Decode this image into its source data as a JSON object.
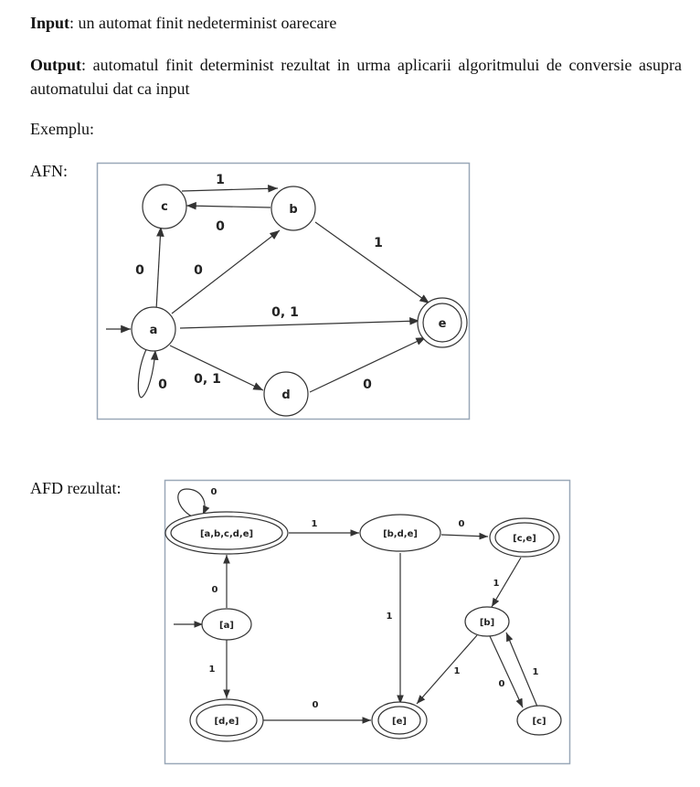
{
  "input": {
    "label": "Input",
    "text": ": un automat finit nedeterminist oarecare"
  },
  "output": {
    "label": "Output",
    "text": ": automatul finit determinist rezultat in urma aplicarii algoritmului de conversie asupra automatului dat ca input"
  },
  "example_label": "Exemplu:",
  "afn": {
    "title": "AFN:",
    "states": {
      "a": "a",
      "b": "b",
      "c": "c",
      "d": "d",
      "e": "e"
    },
    "edges": {
      "c_b": "1",
      "b_c": "0",
      "a_c": "0",
      "a_b": "0",
      "b_e": "1",
      "a_e": "0, 1",
      "a_d": "0, 1",
      "a_loop": "0",
      "d_e": "0"
    }
  },
  "afd": {
    "title": "AFD rezultat:",
    "states": {
      "abcde": "[a,b,c,d,e]",
      "bde": "[b,d,e]",
      "ce": "[c,e]",
      "a": "[a]",
      "b": "[b]",
      "de": "[d,e]",
      "e": "[e]",
      "c": "[c]"
    },
    "edges": {
      "abcde_loop": "0",
      "abcde_bde": "1",
      "bde_ce": "0",
      "a_abcde": "0",
      "ce_b": "1",
      "bde_e": "1",
      "a_de": "1",
      "de_e": "0",
      "b_e": "1",
      "b_c": "0",
      "c_b": "1"
    }
  }
}
